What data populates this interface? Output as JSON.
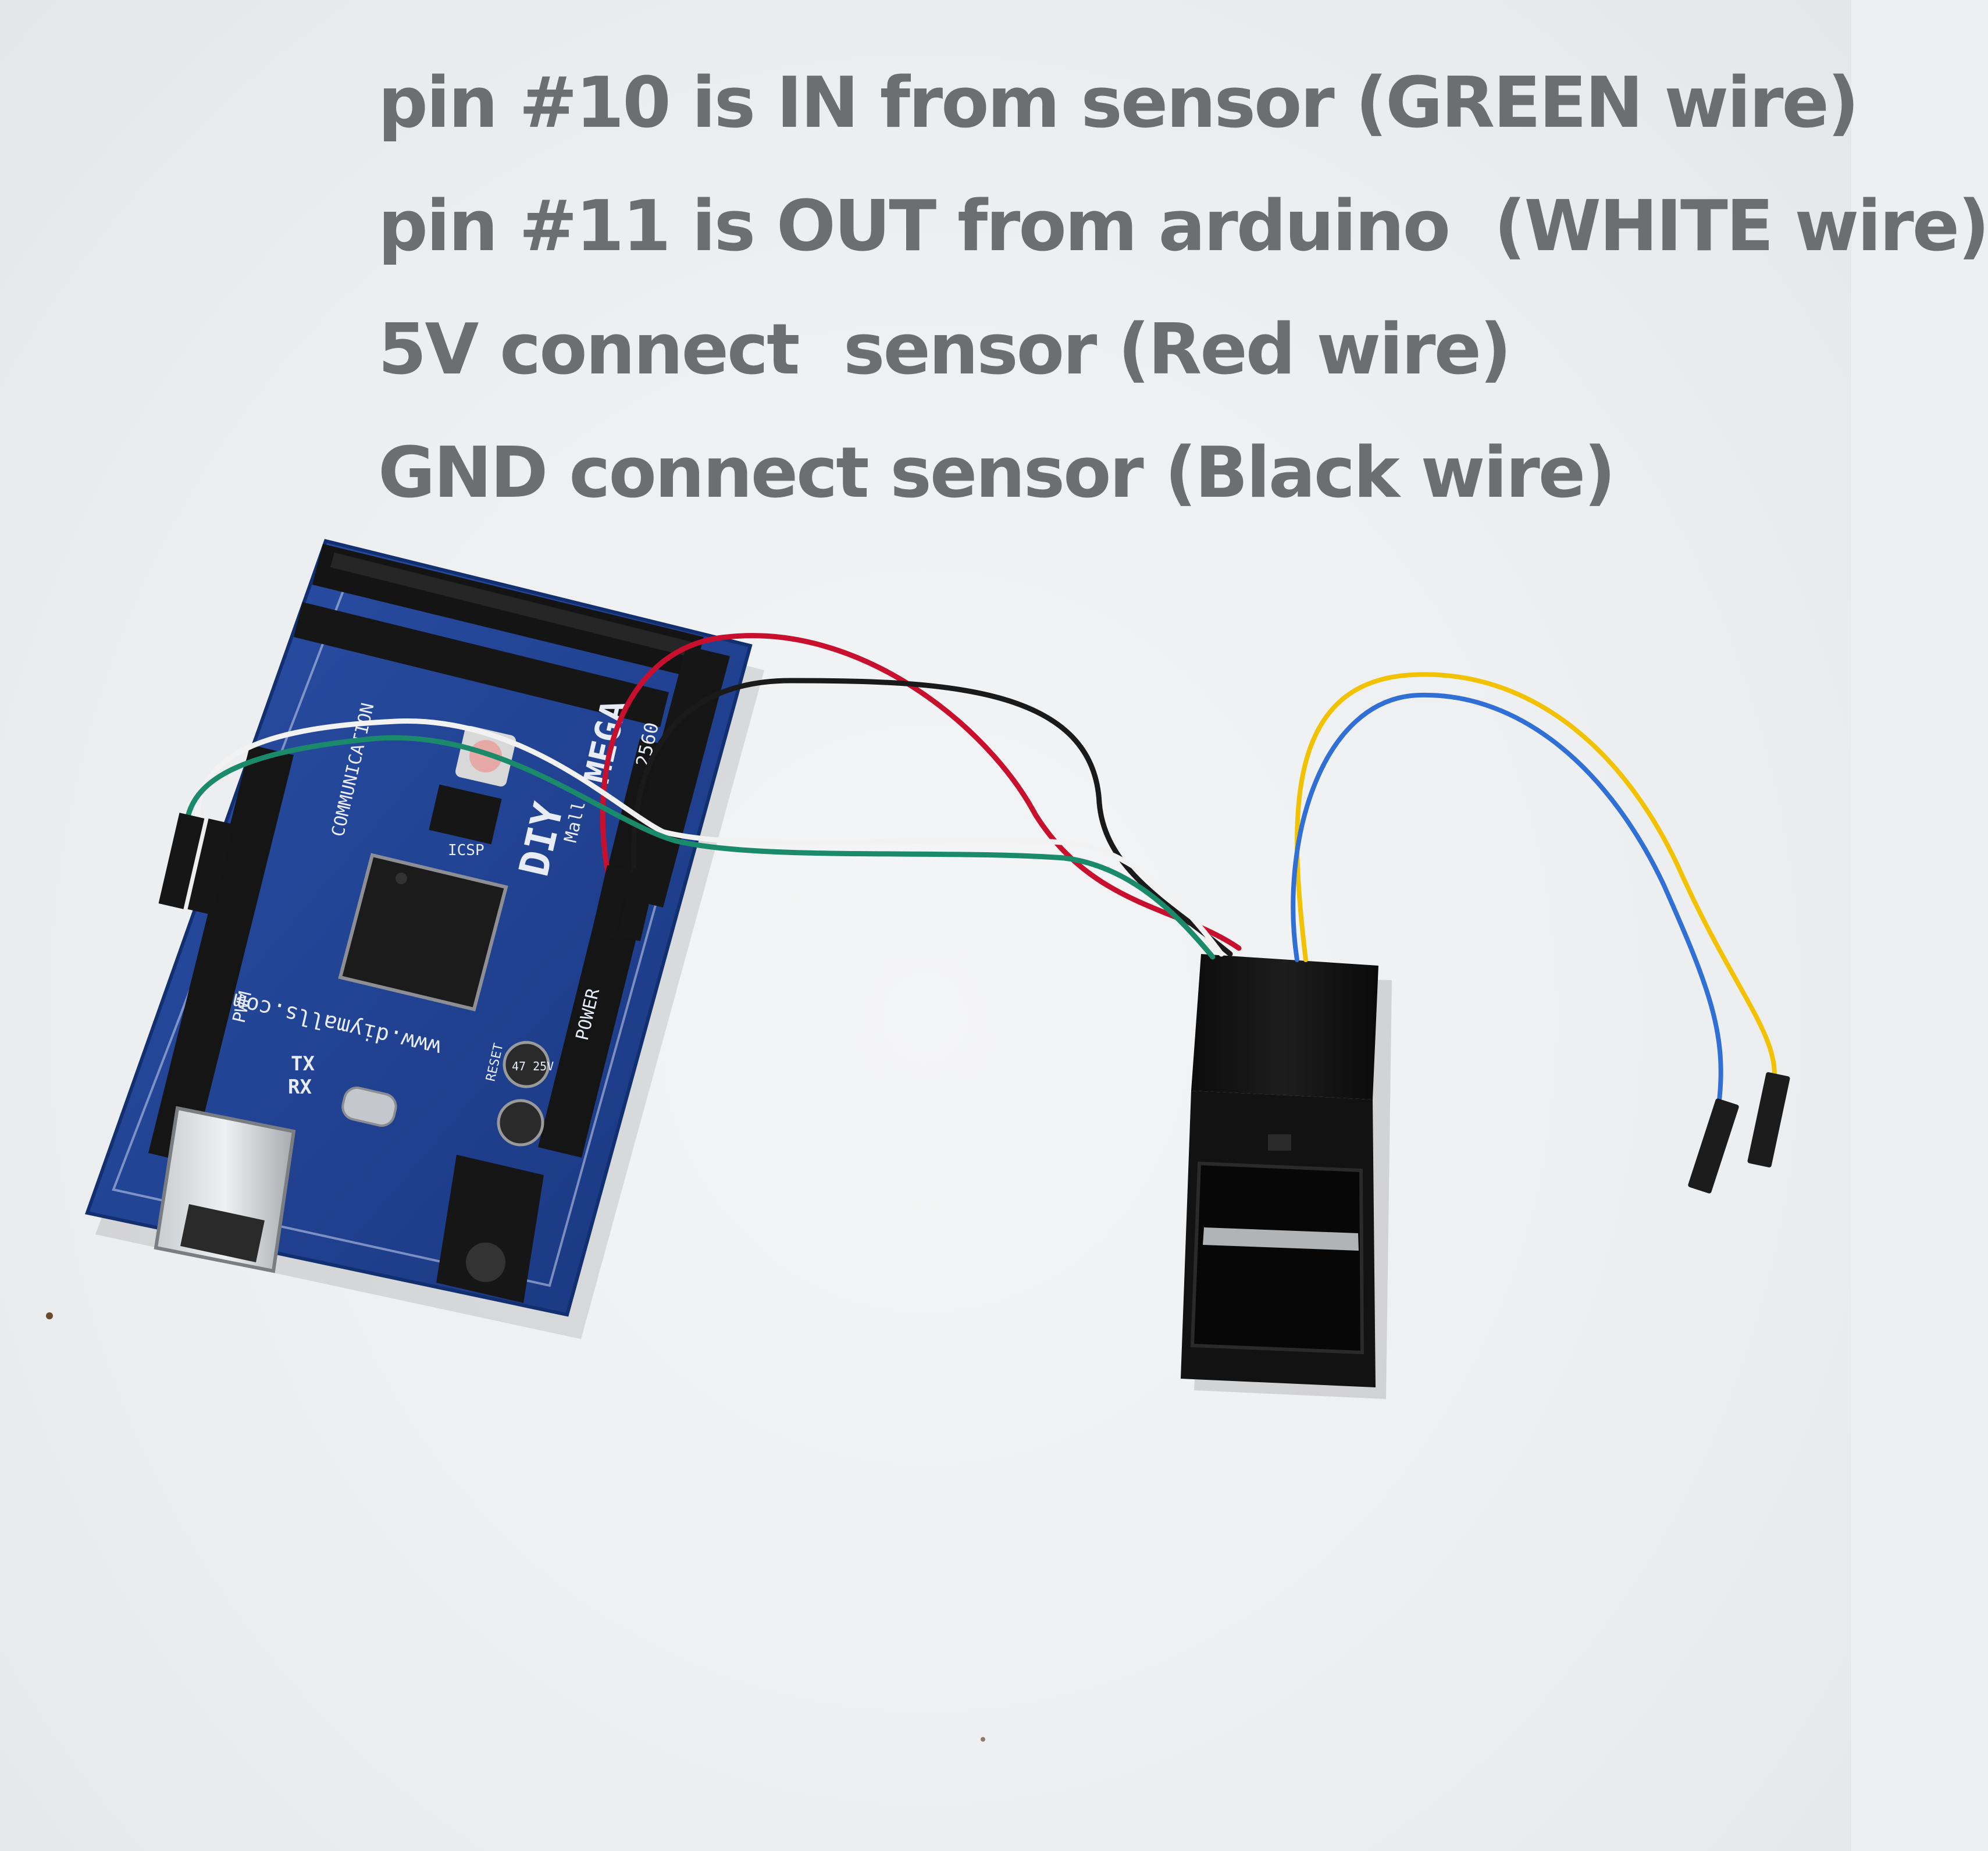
{
  "captions": [
    "pin #10 is IN from sensor (GREEN wire)",
    "pin #11 is OUT from arduino  (WHITE wire)",
    "5V connect  sensor (Red wire)",
    "GND connect sensor (Black wire)"
  ],
  "board": {
    "brand": "DIY",
    "brand_sub": "Mall",
    "model": "MEGA",
    "model_num": "2560",
    "website": "www.diymalls.com",
    "label_communication": "COMMUNICATION",
    "label_pwm": "PWM",
    "label_power": "POWER",
    "label_icsp": "ICSP",
    "label_tx": "TX",
    "label_rx": "RX",
    "label_reset": "RESET",
    "label_cap": "47 25V"
  },
  "colors": {
    "board": "#1f3f8c",
    "caption": "#6d6e71",
    "wire_red": "#c8102e",
    "wire_black": "#1a1a1a",
    "wire_white": "#f2f2f2",
    "wire_green": "#1a8a6a",
    "wire_yellow": "#f2c200",
    "wire_blue": "#2f6fd6"
  }
}
